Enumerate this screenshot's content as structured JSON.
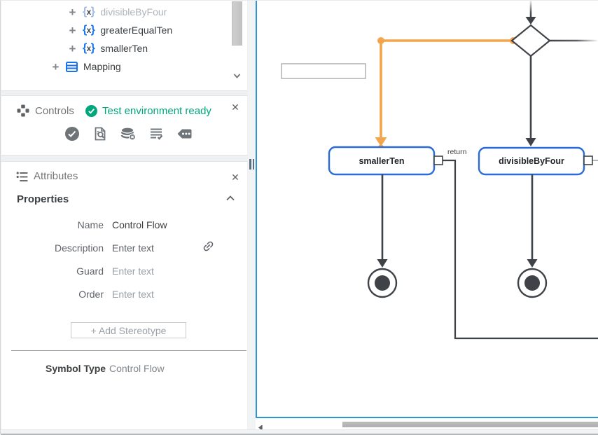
{
  "icons": {
    "plus": "+",
    "close": "✕",
    "brace_open": "{",
    "variable_x": "x",
    "brace_close": "}"
  },
  "tree": {
    "items": [
      {
        "label": "divisibleByFour"
      },
      {
        "label": "greaterEqualTen"
      },
      {
        "label": "smallerTen"
      },
      {
        "label": "Mapping"
      }
    ]
  },
  "controls": {
    "title": "Controls",
    "status": "Test environment ready"
  },
  "attributes": {
    "title": "Attributes",
    "section_title": "Properties",
    "fields": [
      {
        "label": "Name",
        "value": "Control Flow"
      },
      {
        "label": "Description",
        "value": "Enter text"
      },
      {
        "label": "Guard",
        "value": "Enter text"
      },
      {
        "label": "Order",
        "value": "Enter text"
      }
    ],
    "add_stereotype_label": "+ Add Stereotype",
    "symbol_type_label": "Symbol Type",
    "symbol_type_value": "Control Flow"
  },
  "diagram": {
    "node_smaller_ten": "smallerTen",
    "node_divisible_by_four": "divisibleByFour",
    "edge_label": "return",
    "label_editor_value": ""
  },
  "colors": {
    "selection_orange": "#f2a54c",
    "edge_dark": "#3f4348",
    "node_border_blue": "#2a6bd8",
    "canvas_border_blue": "#2e94d6",
    "status_green": "#00a67c"
  }
}
